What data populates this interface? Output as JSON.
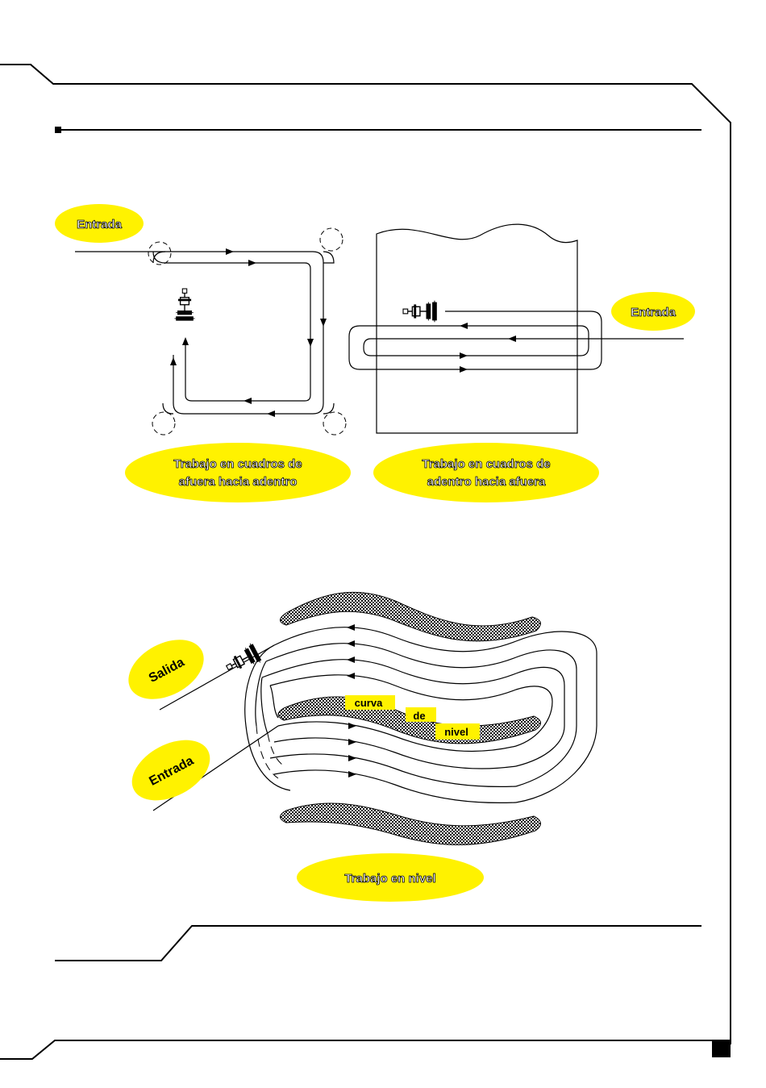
{
  "diagrams": {
    "square": {
      "entry_label": "Entrada",
      "caption_line1": "Trabajo en cuadros de",
      "caption_line2": "afuera hacia adentro"
    },
    "rectangle": {
      "entry_label": "Entrada",
      "caption_line1": "Trabajo en cuadros de",
      "caption_line2": "adentro hacia afuera"
    },
    "contour": {
      "exit_label": "Salida",
      "entry_label": "Entrada",
      "contour_word1": "curva",
      "contour_word2": "de",
      "contour_word3": "nivel",
      "caption": "Trabajo en nivel"
    }
  },
  "colors": {
    "highlight": "#fff200",
    "ink": "#000000",
    "paper": "#ffffff"
  },
  "icons": {
    "tractor": "tractor-with-implement-icon",
    "page_bullet": "square-bullet-icon"
  }
}
